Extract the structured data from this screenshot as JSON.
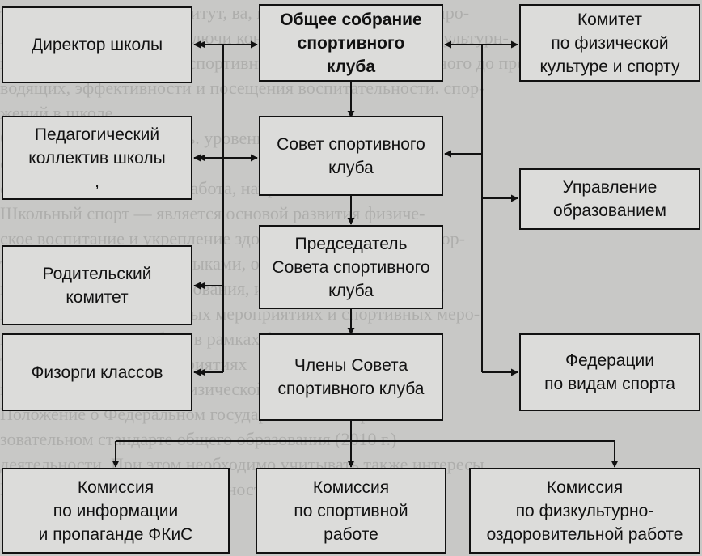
{
  "boxes": {
    "director": "Директор школы",
    "general_meeting": "Общее собрание\nспортивного\nклуба",
    "committee_sport": "Комитет\nпо физической\nкультуре и спорту",
    "teachers": "Педагогический\nколлектив школы\n,",
    "council": "Совет спортивного\nклуба",
    "education_dept": "Управление\nобразованием",
    "parents": "Родительский\nкомитет",
    "chairman": "Председатель\nСовета спортивного\nклуба",
    "fizorgs": "Физорги классов",
    "council_members": "Члены Совета\nспортивного клуба",
    "federations": "Федерации\nпо видам спорта",
    "commission_info": "Комиссия\nпо информации\nи пропаганде ФКиС",
    "commission_sport": "Комиссия\nпо спортивной\nработе",
    "commission_health": "Комиссия\nпо физкультурно-\nоздоровительной работе"
  },
  "background_text": [
    "туроч-спортивных, конститут, ва,  выполняя организаций-про-",
    "вые. Т. о. Коммиссий. заключи контроля за наличием физкультурн-",
    "ных данных проведения спортивных мероприятий. Отчетного до про",
    "водящих, эффективности и посещения воспитательности. спор-",
    "жений в школе.",
    "Определить деятельность.  уровень подготовки",
    "спорт. (Обязана)",
    "его. — дополнительная работа, направленная на",
    "Школьный спорт — является основой развития физиче-",
    "ское воспитание и укрепление здоровья, обучающихся, спор-",
    "тивными умениями и навыками, общего, среднего общего",
    "и (полного) общего образования, их подготовки к участию",
    "в участию в физкультурных мероприятиях и спортивных меро-",
    "приятиях. Данная работа в рамках физического",
    "Тех в спортивных мероприятиях",
    "и. воспитание. средств физической культуры и спорта",
    "Положение о Федеральном государственном обра-",
    "зовательном стандарте общего образования (2010 г.)",
    "деятельности. При этом необходимо учитывать также интересы,",
    "Полное соответствие, деятельности, спортивного клуба"
  ]
}
